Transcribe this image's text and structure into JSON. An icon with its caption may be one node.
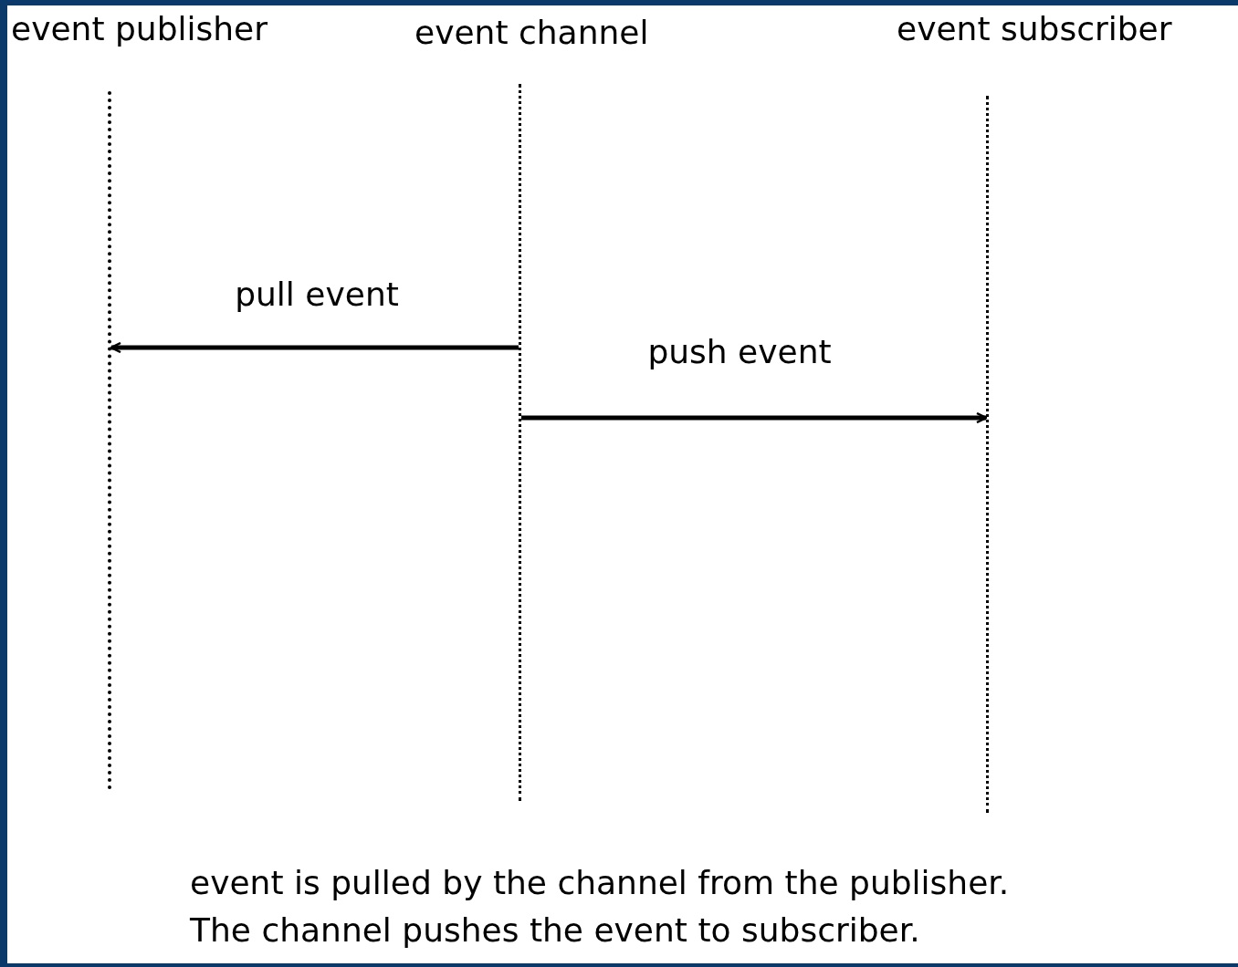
{
  "diagram": {
    "nodes": [
      {
        "text": [
          "event publisher"
        ]
      },
      {
        "text": [
          "event channel"
        ]
      },
      {
        "text": [
          "event subscriber"
        ]
      }
    ],
    "edges": [
      {
        "from": 1,
        "to": 0,
        "arrow": "to",
        "label": "pull event"
      },
      {
        "from": 1,
        "to": 2,
        "arrow": "to",
        "label": "push event"
      }
    ],
    "labels": [
      "event is pulled by the channel from the publisher.",
      "The channel pushes the event to subscriber."
    ]
  }
}
